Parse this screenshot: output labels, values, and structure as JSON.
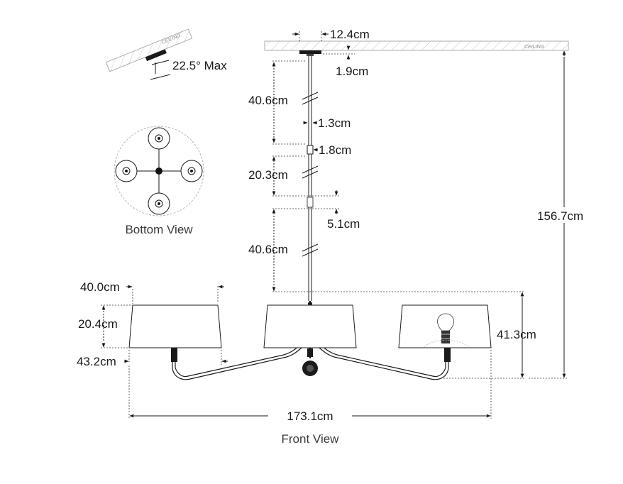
{
  "dimensions": {
    "canopy_width": "12.4cm",
    "canopy_height": "1.9cm",
    "slope_max": "22.5° Max",
    "rod_1": "40.6cm",
    "rod_diameter": "1.3cm",
    "coupler": "1.8cm",
    "rod_2": "20.3cm",
    "rod_gap": "5.1cm",
    "rod_3": "40.6cm",
    "overall_height": "156.7cm",
    "shade_top": "40.0cm",
    "shade_height": "20.4cm",
    "shade_bottom": "43.2cm",
    "fixture_height": "41.3cm",
    "overall_width": "173.1cm"
  },
  "labels": {
    "ceiling": "CEILING",
    "bottom_view": "Bottom View",
    "front_view": "Front View"
  }
}
